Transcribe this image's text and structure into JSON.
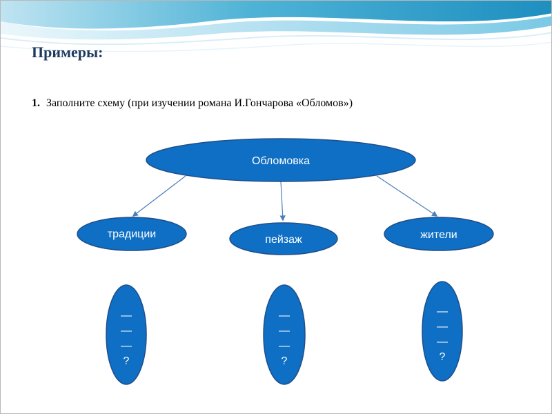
{
  "slide": {
    "title": "Примеры:",
    "task_number": "1.",
    "task_text": "Заполните схему (при изучении романа И.Гончарова «Обломов»)"
  },
  "diagram": {
    "root": {
      "label": "Обломовка"
    },
    "branches": [
      {
        "label": "традиции",
        "blank_lines": [
          "—",
          "—",
          "—"
        ],
        "blank_mark": "?"
      },
      {
        "label": "пейзаж",
        "blank_lines": [
          "—",
          "—",
          "—"
        ],
        "blank_mark": "?"
      },
      {
        "label": "жители",
        "blank_lines": [
          "—",
          "—",
          "—"
        ],
        "blank_mark": "?"
      }
    ]
  },
  "colors": {
    "node_fill": "#0e6fc4",
    "node_stroke": "#1f4e8a",
    "connector": "#4a7fb8",
    "title": "#1f3a5f",
    "wave_dark": "#2a8fb8",
    "wave_light": "#9fd8ee"
  }
}
